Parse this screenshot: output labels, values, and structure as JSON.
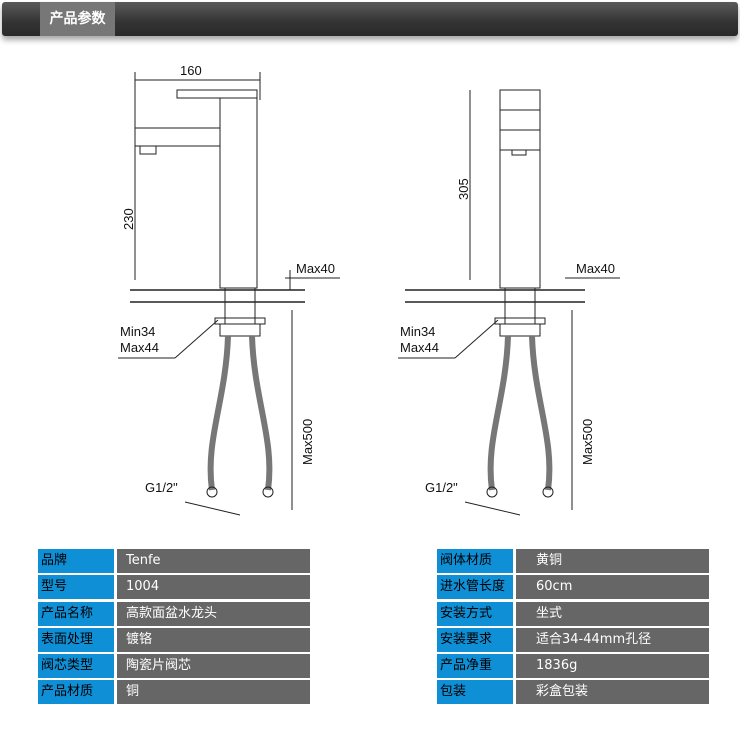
{
  "header": {
    "title": "产品参数"
  },
  "drawing": {
    "left": {
      "width": "160",
      "height": "230",
      "deck": "Max40",
      "hole_min": "Min34",
      "hole_max": "Max44",
      "hose": "Max500",
      "thread": "G1/2\""
    },
    "right": {
      "height": "305",
      "deck": "Max40",
      "hole_min": "Min34",
      "hole_max": "Max44",
      "hose": "Max500",
      "thread": "G1/2\""
    }
  },
  "specs_left": [
    {
      "label": "品牌",
      "value": "Tenfe"
    },
    {
      "label": "型号",
      "value": "1004"
    },
    {
      "label": "产品名称",
      "value": "高款面盆水龙头"
    },
    {
      "label": "表面处理",
      "value": "镀铬"
    },
    {
      "label": "阀芯类型",
      "value": "陶瓷片阀芯"
    },
    {
      "label": "产品材质",
      "value": "铜"
    }
  ],
  "specs_right": [
    {
      "label": "阀体材质",
      "value": "黄铜"
    },
    {
      "label": "进水管长度",
      "value": "60cm"
    },
    {
      "label": "安装方式",
      "value": "坐式"
    },
    {
      "label": "安装要求",
      "value": "适合34-44mm孔径"
    },
    {
      "label": "产品净重",
      "value": "1836g"
    },
    {
      "label": "包装",
      "value": "彩盒包装"
    }
  ]
}
